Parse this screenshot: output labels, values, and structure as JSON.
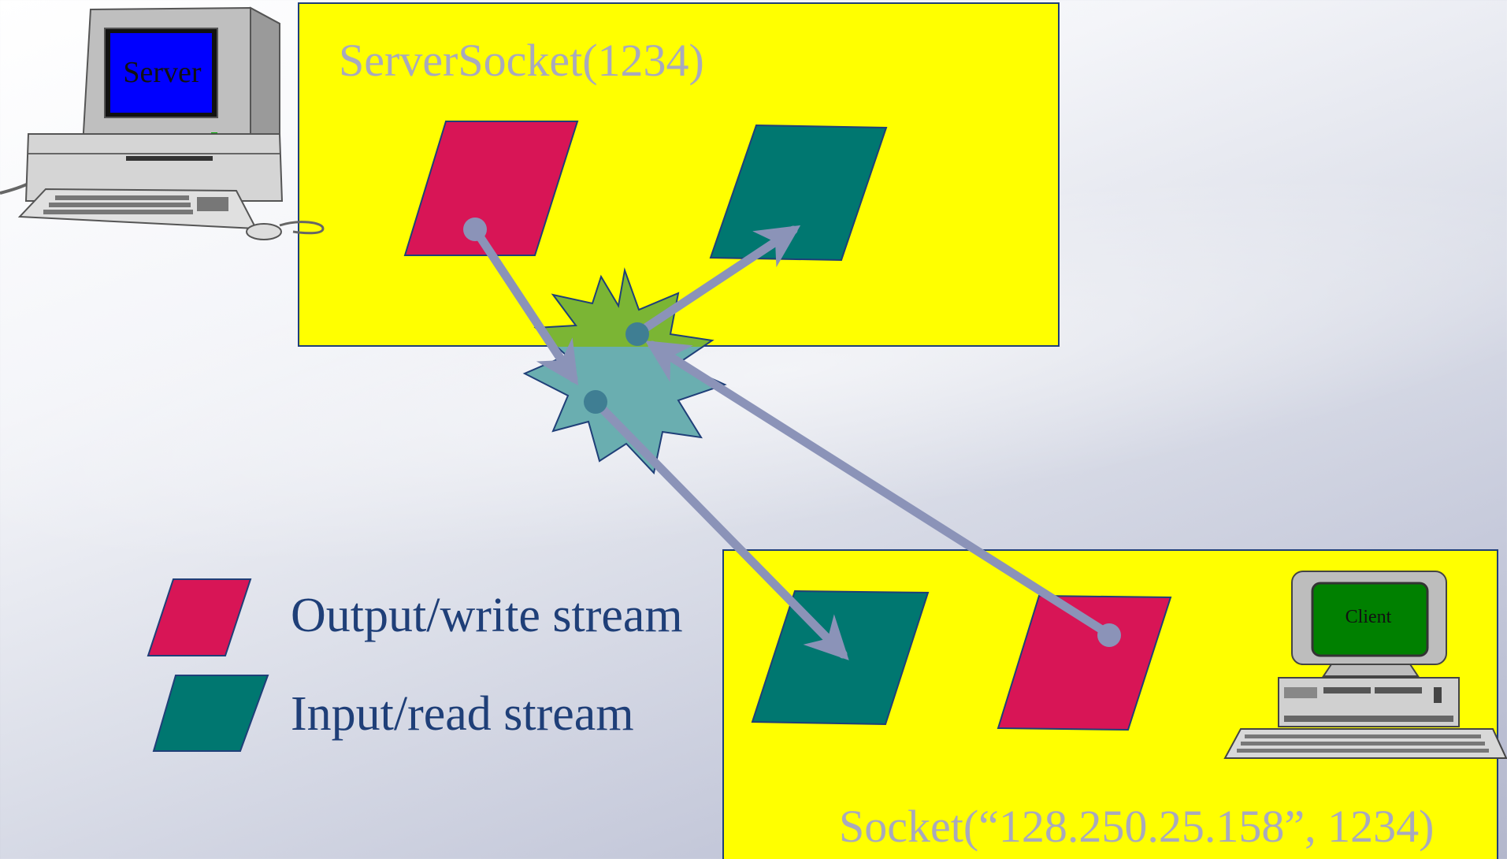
{
  "server_box": {
    "title": "ServerSocket(1234)"
  },
  "client_box": {
    "title": "Socket(“128.250.25.158”, 1234)"
  },
  "server_computer": {
    "screen_label": "Server"
  },
  "client_computer": {
    "screen_label": "Client"
  },
  "legend": {
    "output_label": "Output/write stream",
    "input_label": "Input/read stream"
  },
  "colors": {
    "box_fill": "#ffff00",
    "box_border": "#1f3f78",
    "output_stream": "#d81556",
    "input_stream": "#007770",
    "connector": "#8b93b8",
    "connector_dot": "#3f7e93",
    "starburst_top": "#7bb534",
    "starburst_bottom": "#6aaeb0",
    "server_screen": "#0000ff",
    "client_screen": "#008000"
  },
  "icons": [
    "server-computer-icon",
    "client-computer-icon",
    "starburst-icon"
  ]
}
